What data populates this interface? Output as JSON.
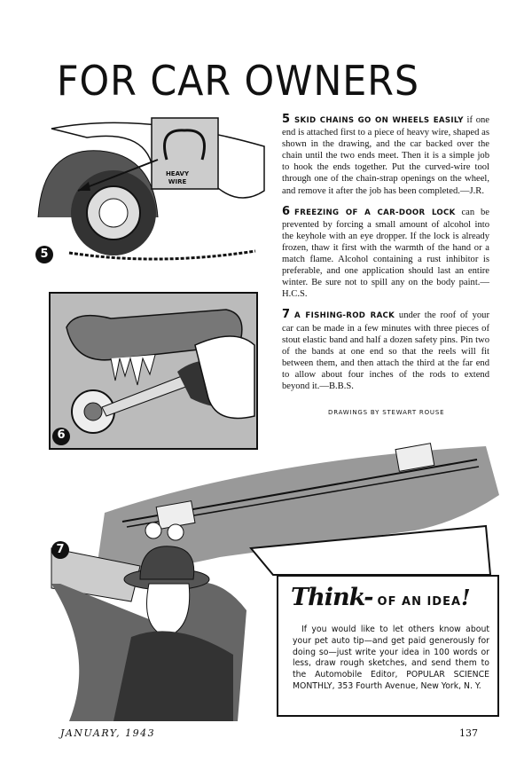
{
  "title": "FOR CAR OWNERS",
  "illustrations": {
    "fig5": {
      "number": "5",
      "label": "HEAVY WIRE"
    },
    "fig6": {
      "number": "6"
    },
    "fig7": {
      "number": "7"
    }
  },
  "items": [
    {
      "number": "5",
      "heading": "SKID CHAINS GO ON WHEELS EASILY",
      "body": "if one end is attached first to a piece of heavy wire, shaped as shown in the drawing, and the car backed over the chain until the two ends meet. Then it is a simple job to hook the ends together. Put the curved-wire tool through one of the chain-strap openings on the wheel, and remove it after the job has been completed.—J.R."
    },
    {
      "number": "6",
      "heading": "FREEZING OF A CAR-DOOR LOCK",
      "body": "can be prevented by forcing a small amount of alcohol into the keyhole with an eye dropper. If the lock is already frozen, thaw it first with the warmth of the hand or a match flame. Alcohol containing a rust inhibitor is preferable, and one application should last an entire winter. Be sure not to spill any on the body paint.—H.C.S."
    },
    {
      "number": "7",
      "heading": "A FISHING-ROD RACK",
      "body": "under the roof of your car can be made in a few minutes with three pieces of stout elastic band and half a dozen safety pins. Pin two of the bands at one end so that the reels will fit between them, and then attach the third at the far end to allow about four inches of the rods to extend beyond it.—B.B.S."
    }
  ],
  "credit": "DRAWINGS BY STEWART ROUSE",
  "think_box": {
    "script": "Think",
    "dash": "-",
    "caps": "OF AN IDEA",
    "bang": "!",
    "body": "If you would like to let others know about your pet auto tip—and get paid generously for doing so—just write your idea in 100 words or less, draw rough sketches, and send them to the Automobile Editor, POPULAR SCIENCE MONTHLY, 353 Fourth Avenue, New York, N. Y."
  },
  "footer": {
    "date": "JANUARY, 1943",
    "page": "137"
  }
}
